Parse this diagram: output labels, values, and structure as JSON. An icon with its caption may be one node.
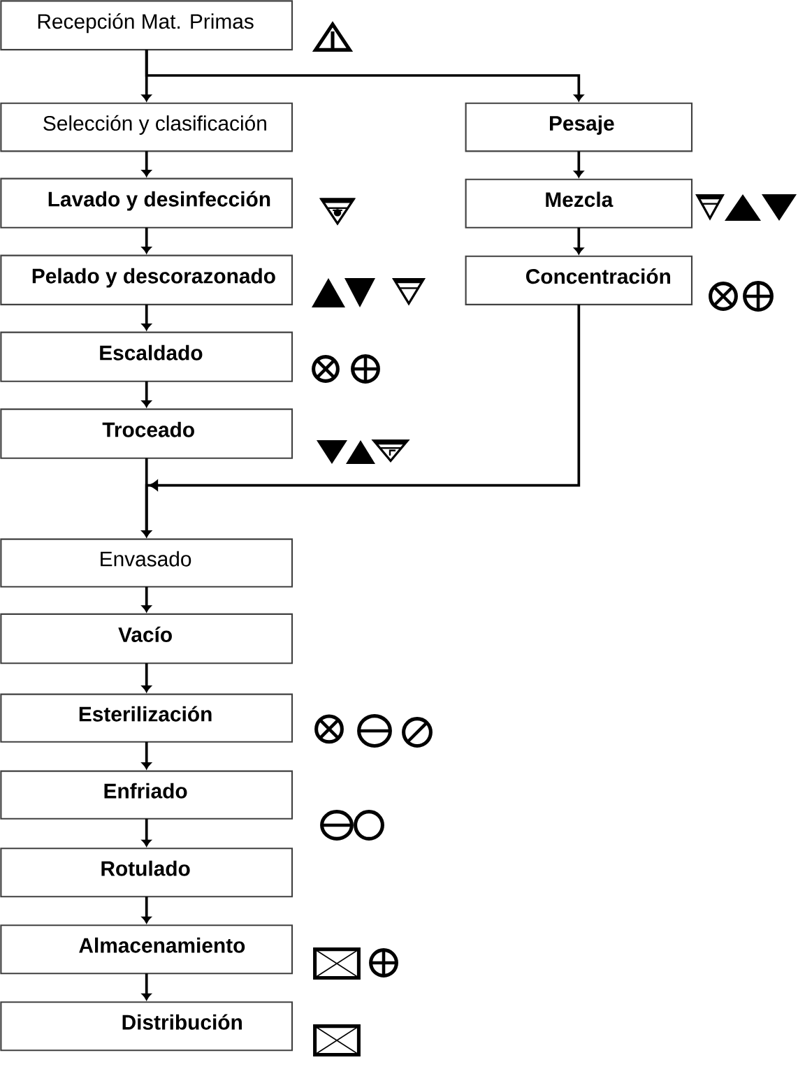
{
  "diagram": {
    "nodes": [
      {
        "text": [
          "Recepción Mat. Primas"
        ]
      },
      {
        "text": [
          "Selección y clasificación"
        ]
      },
      {
        "text": [
          "Pesaje"
        ]
      },
      {
        "text": [
          "Lavado y desinfección"
        ]
      },
      {
        "text": [
          "Mezcla"
        ]
      },
      {
        "text": [
          "Pelado y descorazonado"
        ]
      },
      {
        "text": [
          "Concentración"
        ]
      },
      {
        "text": [
          "Escaldado"
        ]
      },
      {
        "text": [
          "Troceado"
        ]
      },
      {
        "text": [
          "Envasado"
        ]
      },
      {
        "text": [
          "Vacío"
        ]
      },
      {
        "text": [
          "Esterilización"
        ]
      },
      {
        "text": [
          "Enfriado"
        ]
      },
      {
        "text": [
          "Rotulado"
        ]
      },
      {
        "text": [
          "Almacenamiento"
        ]
      },
      {
        "text": [
          "Distribución"
        ]
      }
    ],
    "edges": [
      {
        "from": 0,
        "to": 1,
        "arrow": "to"
      },
      {
        "from": 0,
        "to": 2,
        "arrow": "to"
      },
      {
        "from": 1,
        "to": 3,
        "arrow": "to"
      },
      {
        "from": 3,
        "to": 5,
        "arrow": "to"
      },
      {
        "from": 5,
        "to": 7,
        "arrow": "to"
      },
      {
        "from": 7,
        "to": 8,
        "arrow": "to"
      },
      {
        "from": 8,
        "to": 9,
        "arrow": "to"
      },
      {
        "from": 2,
        "to": 4,
        "arrow": "to"
      },
      {
        "from": 4,
        "to": 6,
        "arrow": "to"
      },
      {
        "from": 6,
        "to": 9,
        "arrow": "to"
      },
      {
        "from": 9,
        "to": 10,
        "arrow": "to"
      },
      {
        "from": 10,
        "to": 11,
        "arrow": "to"
      },
      {
        "from": 11,
        "to": 12,
        "arrow": "to"
      },
      {
        "from": 12,
        "to": 13,
        "arrow": "to"
      },
      {
        "from": 13,
        "to": 14,
        "arrow": "to"
      },
      {
        "from": 14,
        "to": 15,
        "arrow": "to"
      }
    ]
  }
}
